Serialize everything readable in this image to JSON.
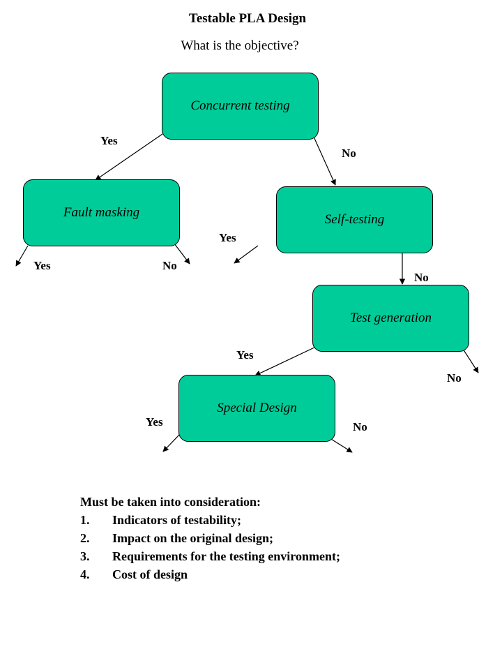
{
  "title": "Testable PLA Design",
  "subtitle": "What is the objective?",
  "nodes": {
    "concurrent": "Concurrent testing",
    "fault": "Fault masking",
    "self": "Self-testing",
    "testgen": "Test generation",
    "special": "Special Design"
  },
  "labels": {
    "yes1": "Yes",
    "no1": "No",
    "yes_fault": "Yes",
    "no_fault": "No",
    "yes_self": "Yes",
    "no_self": "No",
    "yes_testgen": "Yes",
    "no_testgen": "No",
    "yes_special": "Yes",
    "no_special": "No"
  },
  "notes": {
    "heading": "Must be taken into consideration:",
    "items": [
      {
        "num": "1.",
        "text": "Indicators of testability;"
      },
      {
        "num": "2.",
        "text": "Impact on the original design;"
      },
      {
        "num": "3.",
        "text": "Requirements for the testing environment;"
      },
      {
        "num": "4.",
        "text": "Cost of design"
      }
    ]
  }
}
